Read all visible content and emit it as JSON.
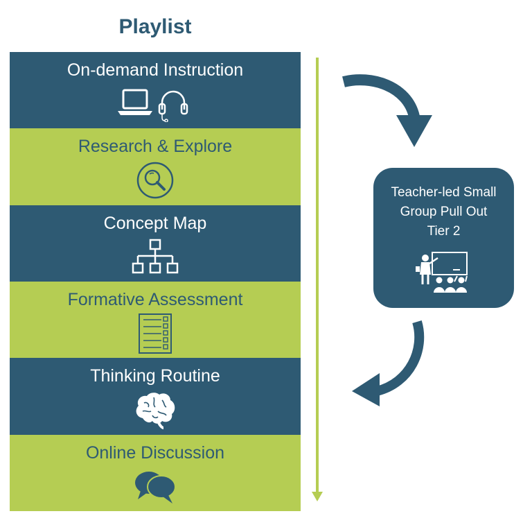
{
  "title": "Playlist",
  "colors": {
    "dark": "#2e5a73",
    "green": "#b5cd53",
    "white": "#ffffff"
  },
  "rows": [
    {
      "label": "On-demand Instruction",
      "style": "dark",
      "icon": "laptop-headphones-icon"
    },
    {
      "label": "Research & Explore",
      "style": "green",
      "icon": "magnifier-icon"
    },
    {
      "label": "Concept Map",
      "style": "dark",
      "icon": "concept-map-icon"
    },
    {
      "label": "Formative Assessment",
      "style": "green",
      "icon": "checklist-icon"
    },
    {
      "label": "Thinking Routine",
      "style": "dark",
      "icon": "brain-icon"
    },
    {
      "label": "Online Discussion",
      "style": "green",
      "icon": "speech-bubbles-icon"
    }
  ],
  "callout": {
    "lines": [
      "Teacher-led Small",
      "Group Pull Out",
      "Tier 2"
    ],
    "icon": "teacher-classroom-icon"
  }
}
